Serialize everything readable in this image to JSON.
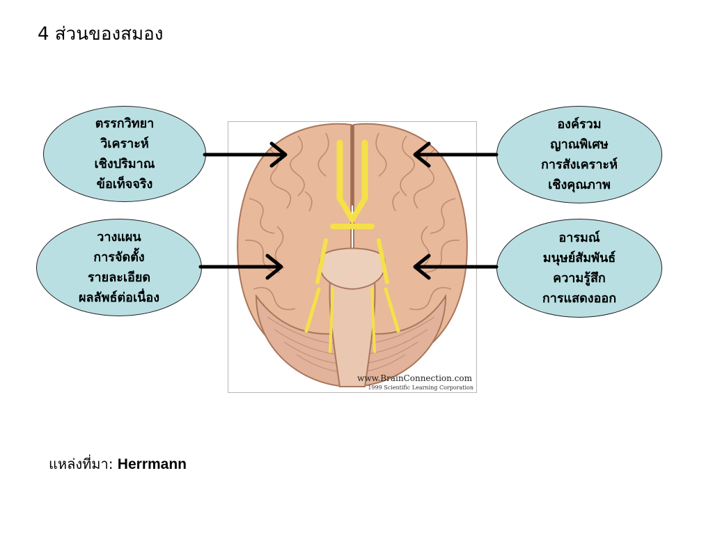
{
  "title": "4 ส่วนของสมอง",
  "quadrants": [
    {
      "lines": [
        "ตรรกวิทยา",
        "วิเคราะห์",
        "เชิงปริมาณ",
        "ข้อเท็จจริง"
      ]
    },
    {
      "lines": [
        "วางแผน",
        "การจัดตั้ง",
        "รายละเอียด",
        "ผลลัพธ์ต่อเนื่อง"
      ]
    },
    {
      "lines": [
        "องค์รวม",
        "ญาณพิเศษ",
        "การสังเคราะห์",
        "เชิงคุณภาพ"
      ]
    },
    {
      "lines": [
        "อารมณ์",
        "มนุษย์สัมพันธ์",
        "ความรู้สึก",
        "การแสดงออก"
      ]
    }
  ],
  "image": {
    "watermark": "www.BrainConnection.com",
    "copyright": "1999 Scientific Learning Corporation"
  },
  "source": {
    "label": "แหล่งที่มา:",
    "value": "Herrmann"
  },
  "colors": {
    "bubble_fill": "#b9dfe3",
    "brain": "#e8b99a",
    "nerves": "#f5e04a"
  }
}
